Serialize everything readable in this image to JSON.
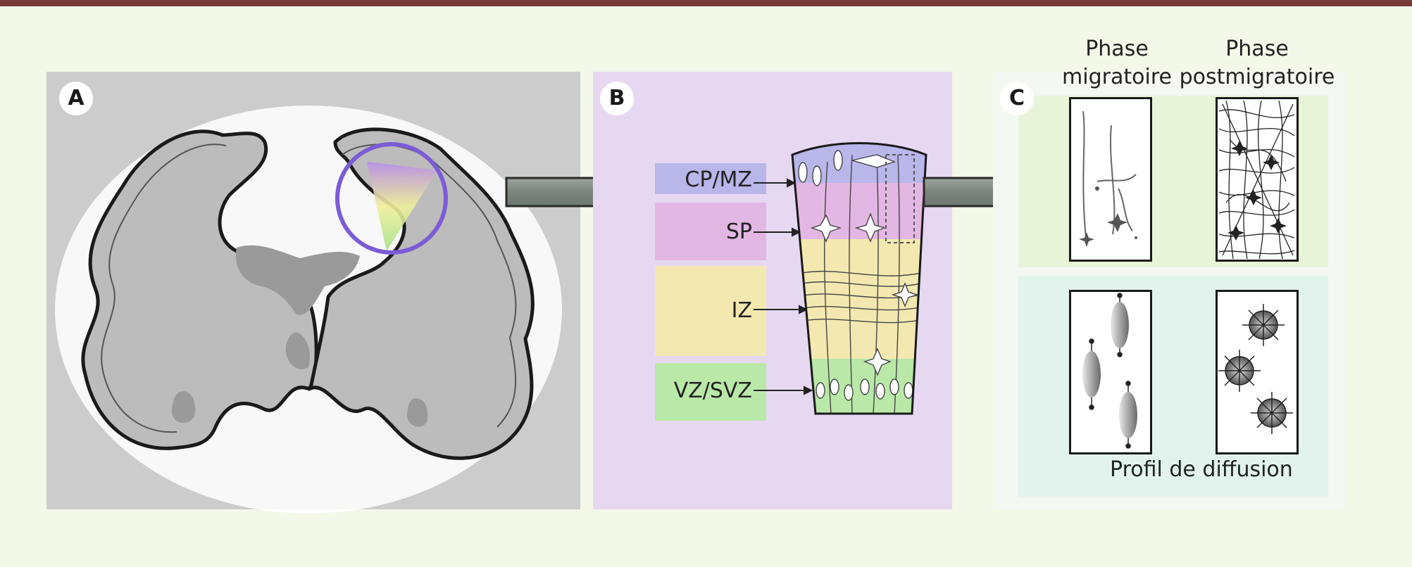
{
  "panels": {
    "a": {
      "badge": "A"
    },
    "b": {
      "badge": "B",
      "layers": [
        {
          "label": "CP/MZ",
          "color": "#b9b6ea"
        },
        {
          "label": "SP",
          "color": "#e3b7e3"
        },
        {
          "label": "IZ",
          "color": "#f3e8b0"
        },
        {
          "label": "VZ/SVZ",
          "color": "#b9e8a8"
        }
      ]
    },
    "c": {
      "badge": "C",
      "col1_header": [
        "Phase",
        "migratoire"
      ],
      "col2_header": [
        "Phase",
        "postmigratoire"
      ],
      "caption": "Profil de diffusion"
    }
  },
  "colors": {
    "top_bar": "#7a3a3c",
    "background": "#f3f8e9",
    "panel_a_bg": "#cccccc",
    "panel_b_bg": "#e6d8f1",
    "arrow": "#6e7a72",
    "sampling_circle": "#7b5cd6"
  },
  "icons": [
    "arrow-right-icon",
    "magnify-circle-icon"
  ]
}
